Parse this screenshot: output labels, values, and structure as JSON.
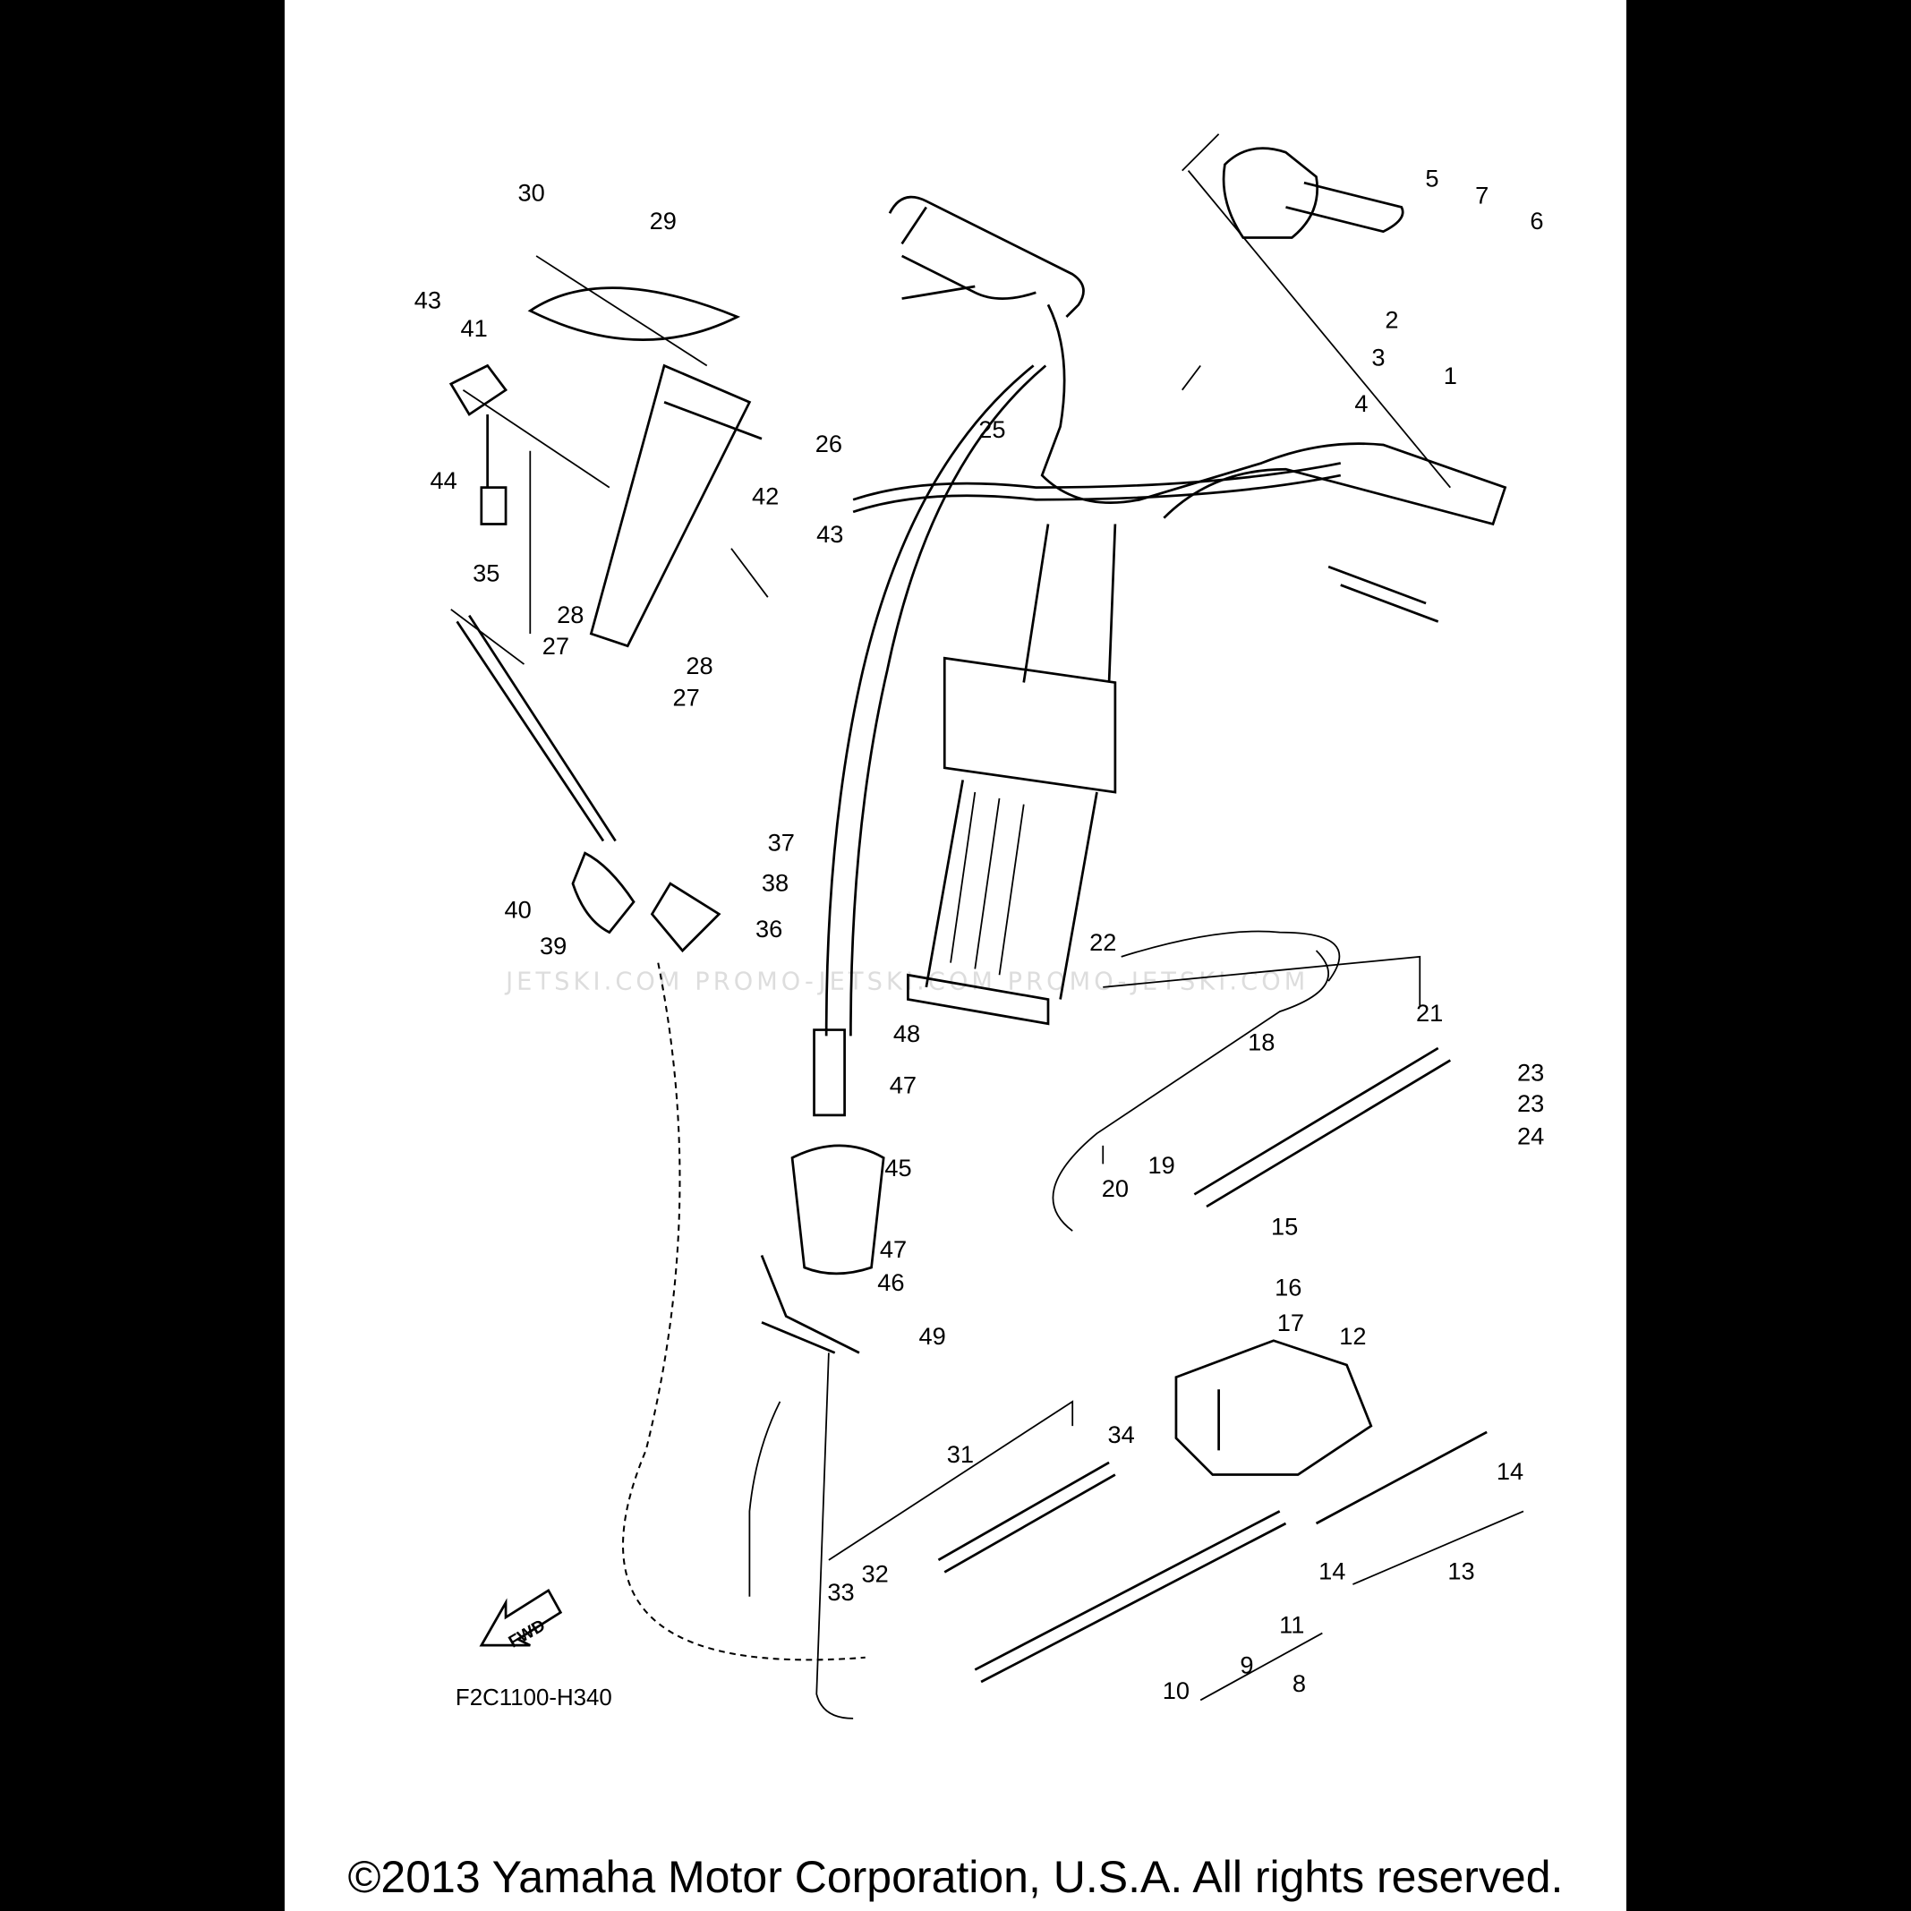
{
  "diagram": {
    "code": "F2C1100-H340",
    "fwd_label": "FWD",
    "watermark": "JETSKI.COM   PROMO-JETSKI.COM   PROMO-JETSKI.COM",
    "copyright": "©2013 Yamaha Motor Corporation, U.S.A. All rights reserved.",
    "callouts": [
      "30",
      "29",
      "43",
      "41",
      "44",
      "26",
      "42",
      "43",
      "35",
      "28",
      "27",
      "28",
      "27",
      "25",
      "5",
      "7",
      "6",
      "2",
      "3",
      "1",
      "4",
      "37",
      "38",
      "36",
      "40",
      "39",
      "22",
      "48",
      "47",
      "45",
      "47",
      "46",
      "49",
      "21",
      "18",
      "23",
      "23",
      "24",
      "19",
      "20",
      "15",
      "16",
      "17",
      "12",
      "34",
      "31",
      "14",
      "32",
      "33",
      "14",
      "13",
      "11",
      "9",
      "8",
      "10"
    ]
  }
}
